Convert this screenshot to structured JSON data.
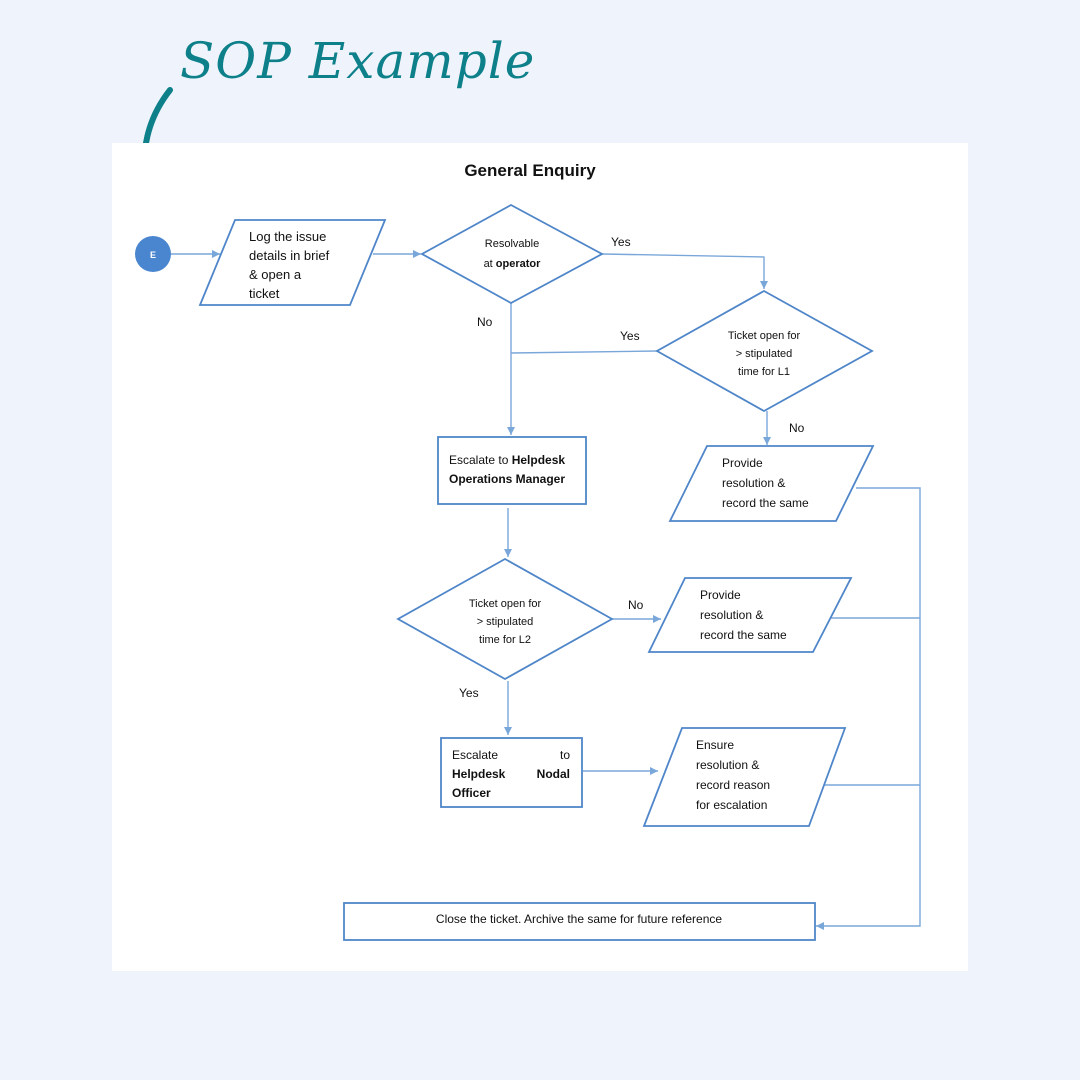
{
  "banner": {
    "title": "SOP Example"
  },
  "diagram": {
    "title": "General Enquiry",
    "start_node": "E",
    "steps": {
      "log": [
        "Log  the  issue",
        "details in brief",
        "&      open      a",
        "ticket"
      ],
      "resolvable": {
        "line1": "Resolvable",
        "line2_prefix": "at ",
        "line2_bold": "operator"
      },
      "l1_check": [
        "Ticket open for",
        "> stipulated",
        "time for L1"
      ],
      "provide1": [
        "Provide",
        "resolution       &",
        "record the same"
      ],
      "escalate_ops": {
        "line1_prefix": "Escalate to ",
        "line1_bold": "Helpdesk",
        "line2_bold": "Operations Manager"
      },
      "l2_check": [
        "Ticket open for",
        "> stipulated",
        "time for L2"
      ],
      "provide2": [
        "Provide",
        "resolution       &",
        "record the same"
      ],
      "escalate_nodal": {
        "line1_left": "Escalate",
        "line1_right": "to",
        "line2_left": "Helpdesk",
        "line2_right": "Nodal",
        "line3": "Officer"
      },
      "ensure": [
        "Ensure",
        "resolution       &",
        "record      reason",
        "for escalation"
      ],
      "close": "Close the ticket. Archive the same for future reference"
    },
    "labels": {
      "yes_resolvable": "Yes",
      "no_resolvable": "No",
      "yes_l1": "Yes",
      "no_l1": "No",
      "no_l2": "No",
      "yes_l2": "Yes"
    }
  },
  "colors": {
    "accent_teal": "#0d808a",
    "node_fill": "#4a86cf",
    "shape_stroke": "#4f86c9",
    "connector": "#7aa7da"
  }
}
